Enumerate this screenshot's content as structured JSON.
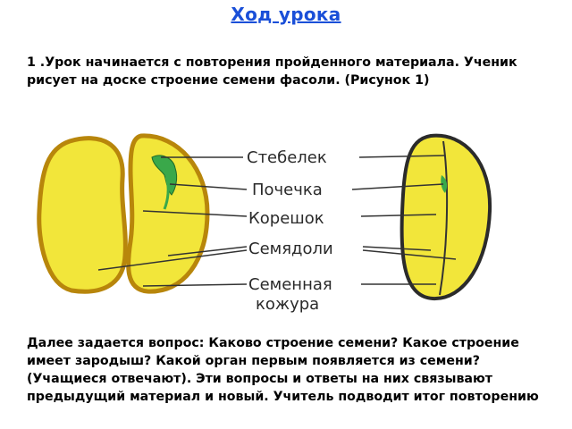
{
  "title": "Ход урока",
  "paragraph1": "1 .Урок начинается с повторения пройденного материала. Ученик рисует на доске строение семени фасоли. (Рисунок 1)",
  "figure": {
    "labels": {
      "stem": "Стебелек",
      "bud": "Почечка",
      "root": "Корешок",
      "cotyledons": "Семядоли",
      "seed_coat_line1": "Семенная",
      "seed_coat_line2": "кожура"
    },
    "colors": {
      "seed_fill": "#f2e63a",
      "seed_outline": "#b8860b",
      "embryo": "#3aa84a"
    }
  },
  "paragraph2": "Далее задается вопрос: Каково строение семени? Какое строение имеет зародыш? Какой орган первым появляется из семени? (Учащиеся отвечают). Эти вопросы и ответы на них связывают предыдущий материал и новый. Учитель подводит итог повторению"
}
